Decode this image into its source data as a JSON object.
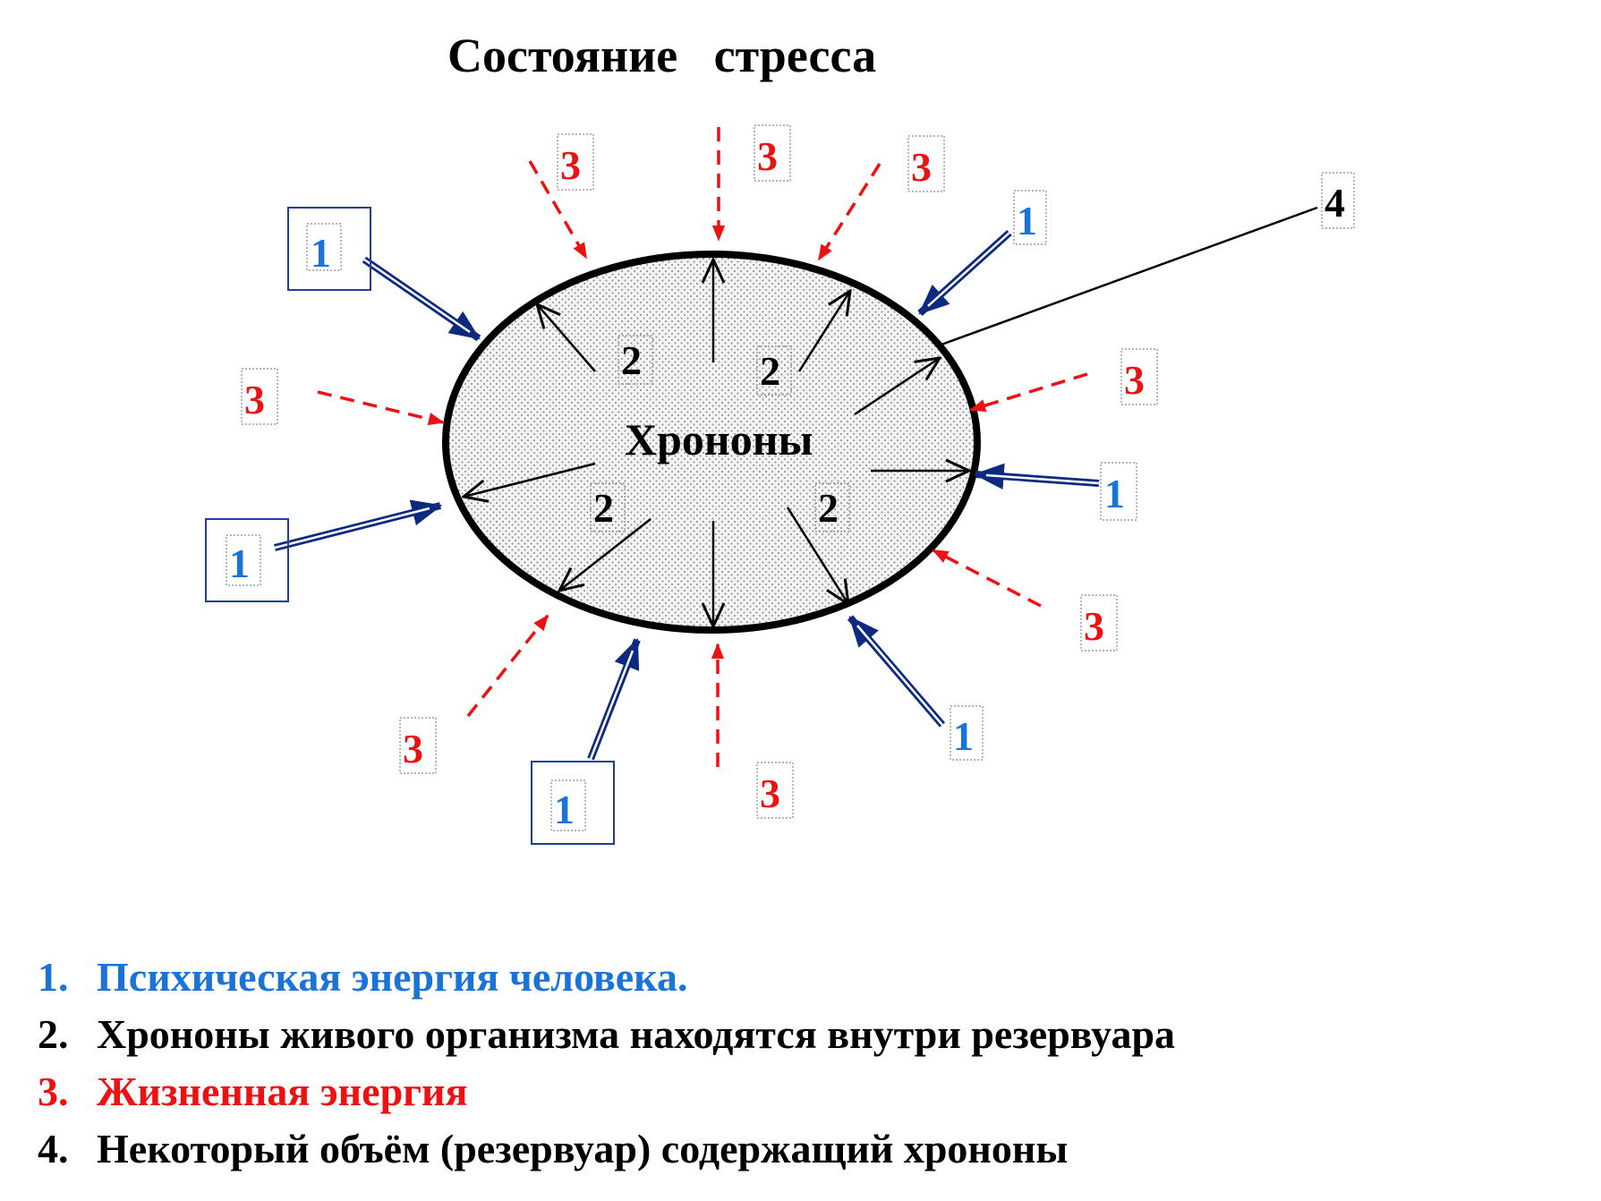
{
  "title": "Состояние   стресса",
  "center_label": "Хрононы",
  "colors": {
    "blue_text": "#1a73d9",
    "blue_arrow": "#0d2a80",
    "red": "#ee1111",
    "black": "#000000",
    "fill": "#f2f2f2"
  },
  "marker_labels": {
    "psychic": "1",
    "chronons": "2",
    "vital": "3",
    "reservoir": "4"
  },
  "legend": [
    {
      "num": "1.",
      "text": "Психическая энергия человека.",
      "color": "#1a73d9"
    },
    {
      "num": "2.",
      "text": "Хрононы живого организма находятся внутри резервуара",
      "color": "#000000"
    },
    {
      "num": "3.",
      "text": "Жизненная энергия",
      "color": "#ee1111"
    },
    {
      "num": "4.",
      "text": "Некоторый объём (резервуар) содержащий хрононы",
      "color": "#000000"
    }
  ]
}
